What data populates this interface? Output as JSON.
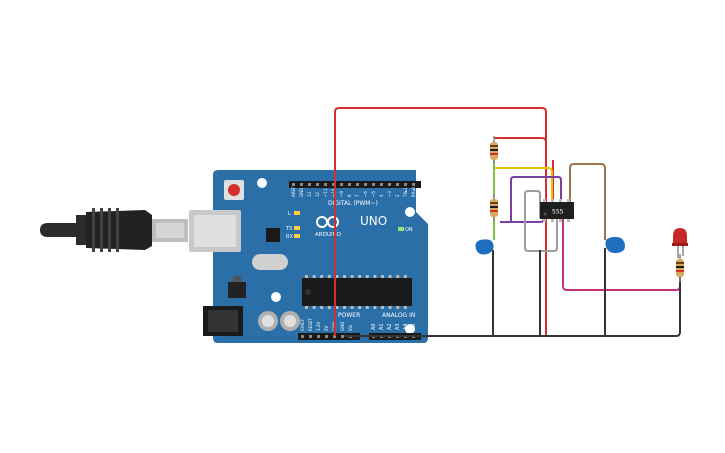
{
  "arduino": {
    "brand": "UNO",
    "logo_text": "ARDUINO",
    "digital_label": "DIGITAL (PWM~)",
    "power_label": "POWER",
    "analog_label": "ANALOG IN",
    "on_label": "ON",
    "l_label": "L",
    "tx_label": "TX",
    "rx_label": "RX",
    "top_header_pins": [
      "AREF",
      "GND",
      "13",
      "12",
      "~11",
      "~10",
      "~9",
      "8",
      "7",
      "~6",
      "~5",
      "4",
      "~3",
      "2",
      "TX▸1",
      "RX◂0"
    ],
    "power_pins": [
      "IOREF",
      "RESET",
      "3.3V",
      "5V",
      "GND",
      "GND",
      "Vin"
    ],
    "analog_pins": [
      "A0",
      "A1",
      "A2",
      "A3",
      "A4",
      "A5"
    ]
  },
  "timer_chip": {
    "label": "555"
  },
  "colors": {
    "board": "#2a6fa8",
    "wire_red": "#d32f2f",
    "wire_black": "#333333",
    "wire_yellow": "#e8c400",
    "wire_green": "#7dc242",
    "wire_purple": "#7b3fa0",
    "wire_gray": "#9e9e9e",
    "wire_brown": "#a0724c",
    "wire_magenta": "#c2307f",
    "capacitor": "#1f6fc0",
    "led": "#c62828"
  },
  "icons": [
    "usb-cable-icon",
    "reset-button-icon",
    "arduino-logo-icon",
    "capacitor-icon",
    "resistor-icon",
    "led-icon",
    "ic-chip-icon"
  ]
}
